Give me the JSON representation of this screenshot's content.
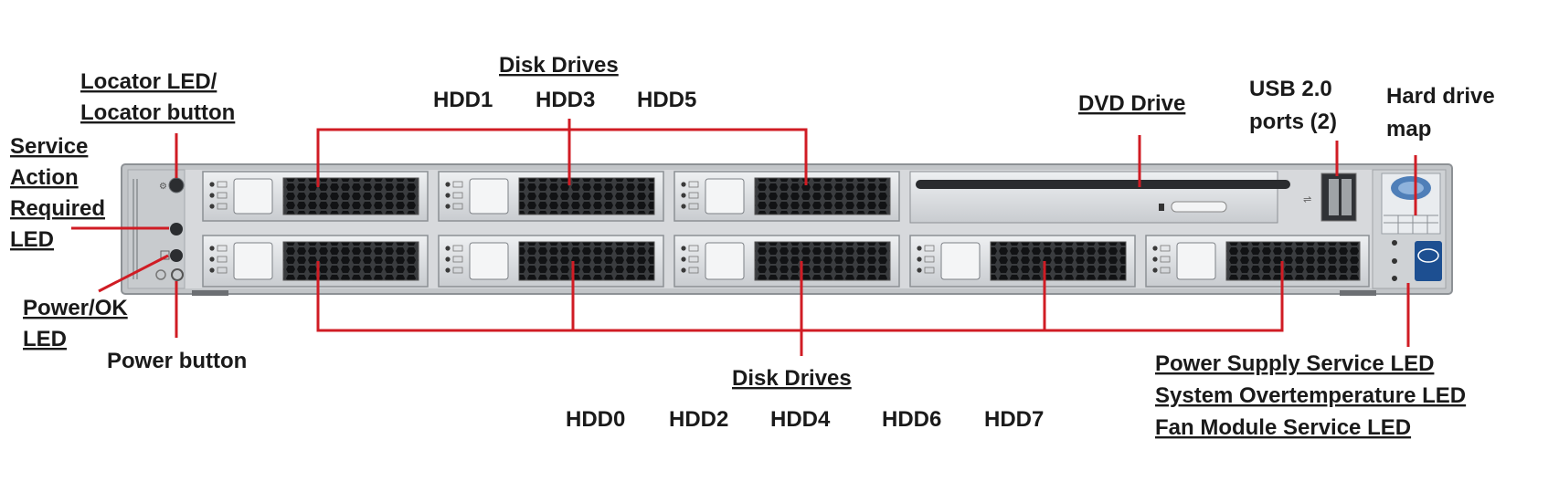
{
  "labels": {
    "locator_line1": "Locator LED/",
    "locator_line2": "Locator button",
    "service_line1": "Service",
    "service_line2": "Action",
    "service_line3": "Required",
    "service_line4": "LED",
    "power_ok_line1": "Power/OK",
    "power_ok_line2": "LED",
    "power_button": "Power button",
    "disk_drives_top": "Disk Drives",
    "disk_drives_bottom": "Disk Drives",
    "dvd_drive": "DVD Drive",
    "usb_line1": "USB 2.0",
    "usb_line2": "ports (2)",
    "hdmap_line1": "Hard drive",
    "hdmap_line2": "map",
    "psu_led": "Power Supply Service LED",
    "overtemp_led": "System Overtemperature LED",
    "fan_led": "Fan Module Service LED"
  },
  "top_drives": [
    "HDD1",
    "HDD3",
    "HDD5"
  ],
  "bottom_drives": [
    "HDD0",
    "HDD2",
    "HDD4",
    "HDD6",
    "HDD7"
  ],
  "colors": {
    "callout": "#d01c24",
    "chassis": "#d4d6d8",
    "bezel": "#b9bcbf",
    "text": "#1a1a1a"
  }
}
